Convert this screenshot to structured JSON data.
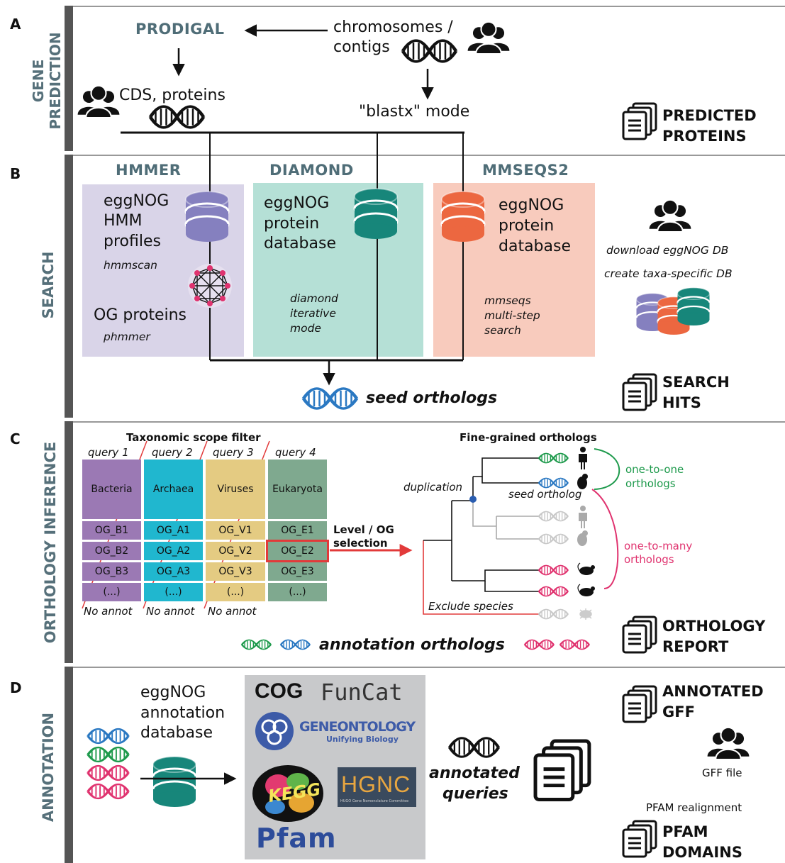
{
  "panels": {
    "a": {
      "letter": "A",
      "side": "GENE\nPREDICTION"
    },
    "b": {
      "letter": "B",
      "side": "SEARCH"
    },
    "c": {
      "letter": "C",
      "side": "ORTHOLOGY INFERENCE"
    },
    "d": {
      "letter": "D",
      "side": "ANNOTATION"
    }
  },
  "gene_prediction": {
    "prodigal": "PRODIGAL",
    "chromosomes_l1": "chromosomes /",
    "chromosomes_l2": "contigs",
    "cds": "CDS, proteins",
    "blastx": "\"blastx\" mode",
    "output_l1": "PREDICTED",
    "output_l2": "PROTEINS"
  },
  "search": {
    "hmmer": {
      "title": "HMMER",
      "db": [
        "eggNOG",
        "HMM",
        "profiles"
      ],
      "cmd": "hmmscan",
      "og": "OG proteins",
      "og_cmd": "phmmer",
      "color": "#d9d4e8",
      "db_color": "#8580bf"
    },
    "diamond": {
      "title": "DIAMOND",
      "db": [
        "eggNOG",
        "protein",
        "database"
      ],
      "mode": [
        "diamond",
        "iterative",
        "mode"
      ],
      "color": "#b5e0d6",
      "db_color": "#17867a"
    },
    "mmseqs": {
      "title": "MMSEQS2",
      "db": [
        "eggNOG",
        "protein",
        "database"
      ],
      "mode": [
        "mmseqs",
        "multi-step",
        "search"
      ],
      "color": "#f8cbbd",
      "db_color": "#ec6740"
    },
    "download": "download eggNOG DB",
    "create": "create taxa-specific DB",
    "seed": "seed orthologs",
    "output_l1": "SEARCH",
    "output_l2": "HITS"
  },
  "orthology": {
    "scope_title": "Taxonomic scope filter",
    "queries": [
      "query 1",
      "query 2",
      "query 3",
      "query 4"
    ],
    "columns": [
      {
        "name": "Bacteria",
        "color": "#9b79b4",
        "cell_color": "#9b79b4",
        "ogs": [
          "OG_B1",
          "OG_B2",
          "OG_B3",
          "(...)"
        ],
        "note": "No annot"
      },
      {
        "name": "Archaea",
        "color": "#20b7cf",
        "cell_color": "#20b7cf",
        "ogs": [
          "OG_A1",
          "OG_A2",
          "OG_A3",
          "(...)"
        ],
        "note": "No annot"
      },
      {
        "name": "Viruses",
        "color": "#e4cb82",
        "cell_color": "#e4cb82",
        "ogs": [
          "OG_V1",
          "OG_V2",
          "OG_V3",
          "(...)"
        ],
        "note": "No annot"
      },
      {
        "name": "Eukaryota",
        "color": "#7fa98f",
        "cell_color": "#7fa98f",
        "ogs": [
          "OG_E1",
          "OG_E2",
          "OG_E3",
          "(...)"
        ],
        "note": ""
      }
    ],
    "selection_l1": "Level / OG",
    "selection_l2": "selection",
    "fine_title": "Fine-grained orthologs",
    "duplication": "duplication",
    "seed_ortholog": "seed ortholog",
    "one_to_one_l1": "one-to-one",
    "one_to_one_l2": "orthologs",
    "one_to_many_l1": "one-to-many",
    "one_to_many_l2": "orthologs",
    "exclude": "Exclude species",
    "annotation_orthologs": "annotation orthologs",
    "output_l1": "ORTHOLOGY",
    "output_l2": "REPORT"
  },
  "annotation": {
    "db": [
      "eggNOG",
      "annotation",
      "database"
    ],
    "cog": "COG",
    "funcat": "FunCat",
    "geneontology": "GENEONTOLOGY",
    "geneontology_sub": "Unifying Biology",
    "kegg": "KEGG",
    "hgnc": "HGNC",
    "hgnc_sub": "HUGO Gene Nomenclature Committee",
    "pfam": "Pfam",
    "annotated_l1": "annotated",
    "annotated_l2": "queries",
    "output1_l1": "ANNOTATED",
    "output1_l2": "GFF",
    "gff_file": "GFF file",
    "pfam_realign": "PFAM realignment",
    "output2_l1": "PFAM",
    "output2_l2": "DOMAINS"
  },
  "colors": {
    "green": "#1e9a4c",
    "blue": "#2a78c2",
    "pink": "#e0336f",
    "red": "#e23a3a",
    "grey": "#bdbdbd"
  }
}
